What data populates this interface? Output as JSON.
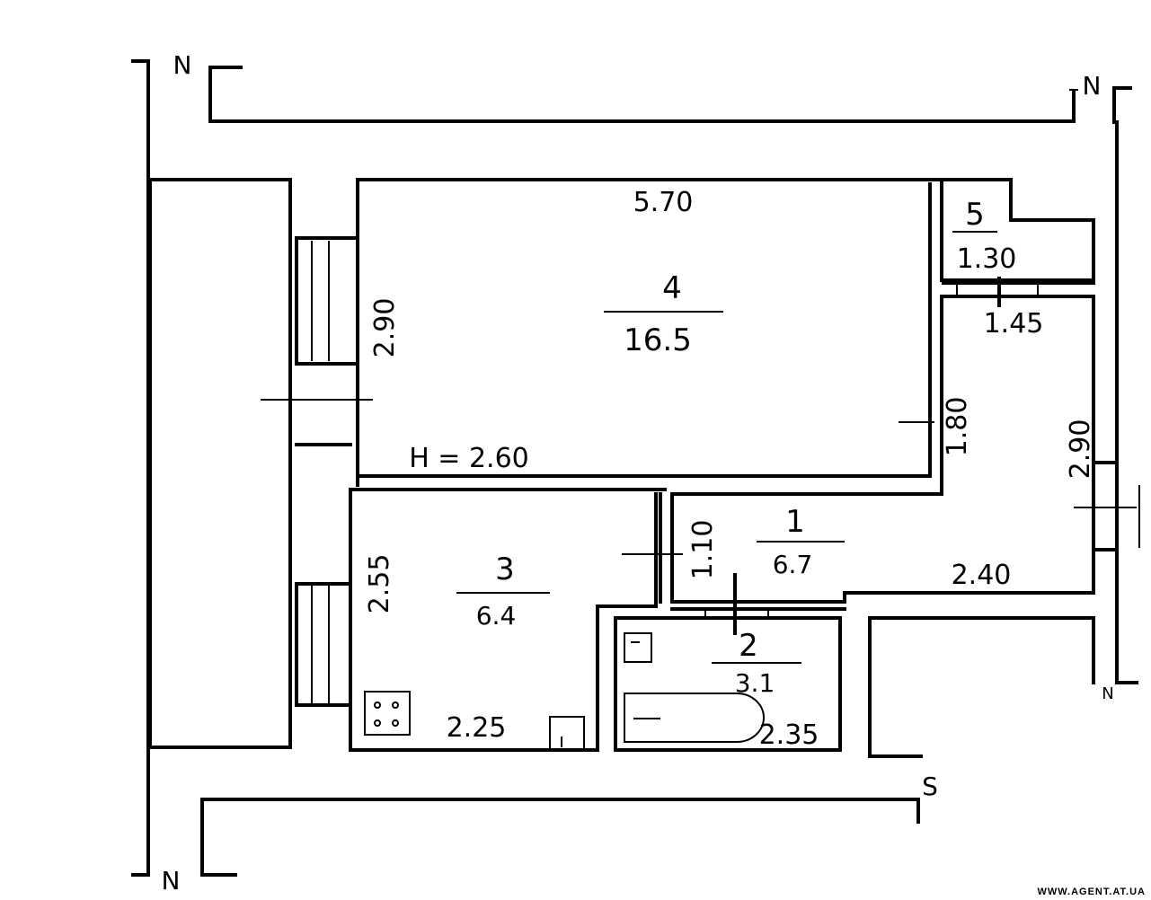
{
  "rooms": [
    {
      "number": "1",
      "area": "6.7"
    },
    {
      "number": "2",
      "area": "3.1"
    },
    {
      "number": "3",
      "area": "6.4"
    },
    {
      "number": "4",
      "area": "16.5"
    },
    {
      "number": "5",
      "area": ""
    }
  ],
  "dimensions": {
    "room4_width": "5.70",
    "room4_depth": "2.90",
    "ceiling_height": "H = 2.60",
    "room3_depth": "2.55",
    "room3_width": "2.25",
    "room5_width": "1.30",
    "hall_width": "1.45",
    "hall_depth": "2.90",
    "hall_length": "2.40",
    "passage_1": "1.80",
    "passage_2": "1.10",
    "bath_length": "2.35"
  },
  "neighbor_labels": {
    "top_left": "N",
    "top_right": "N",
    "bottom_left": "N",
    "right": "N",
    "bottom_right": "S"
  },
  "watermark": "WWW.AGENT.AT.UA"
}
